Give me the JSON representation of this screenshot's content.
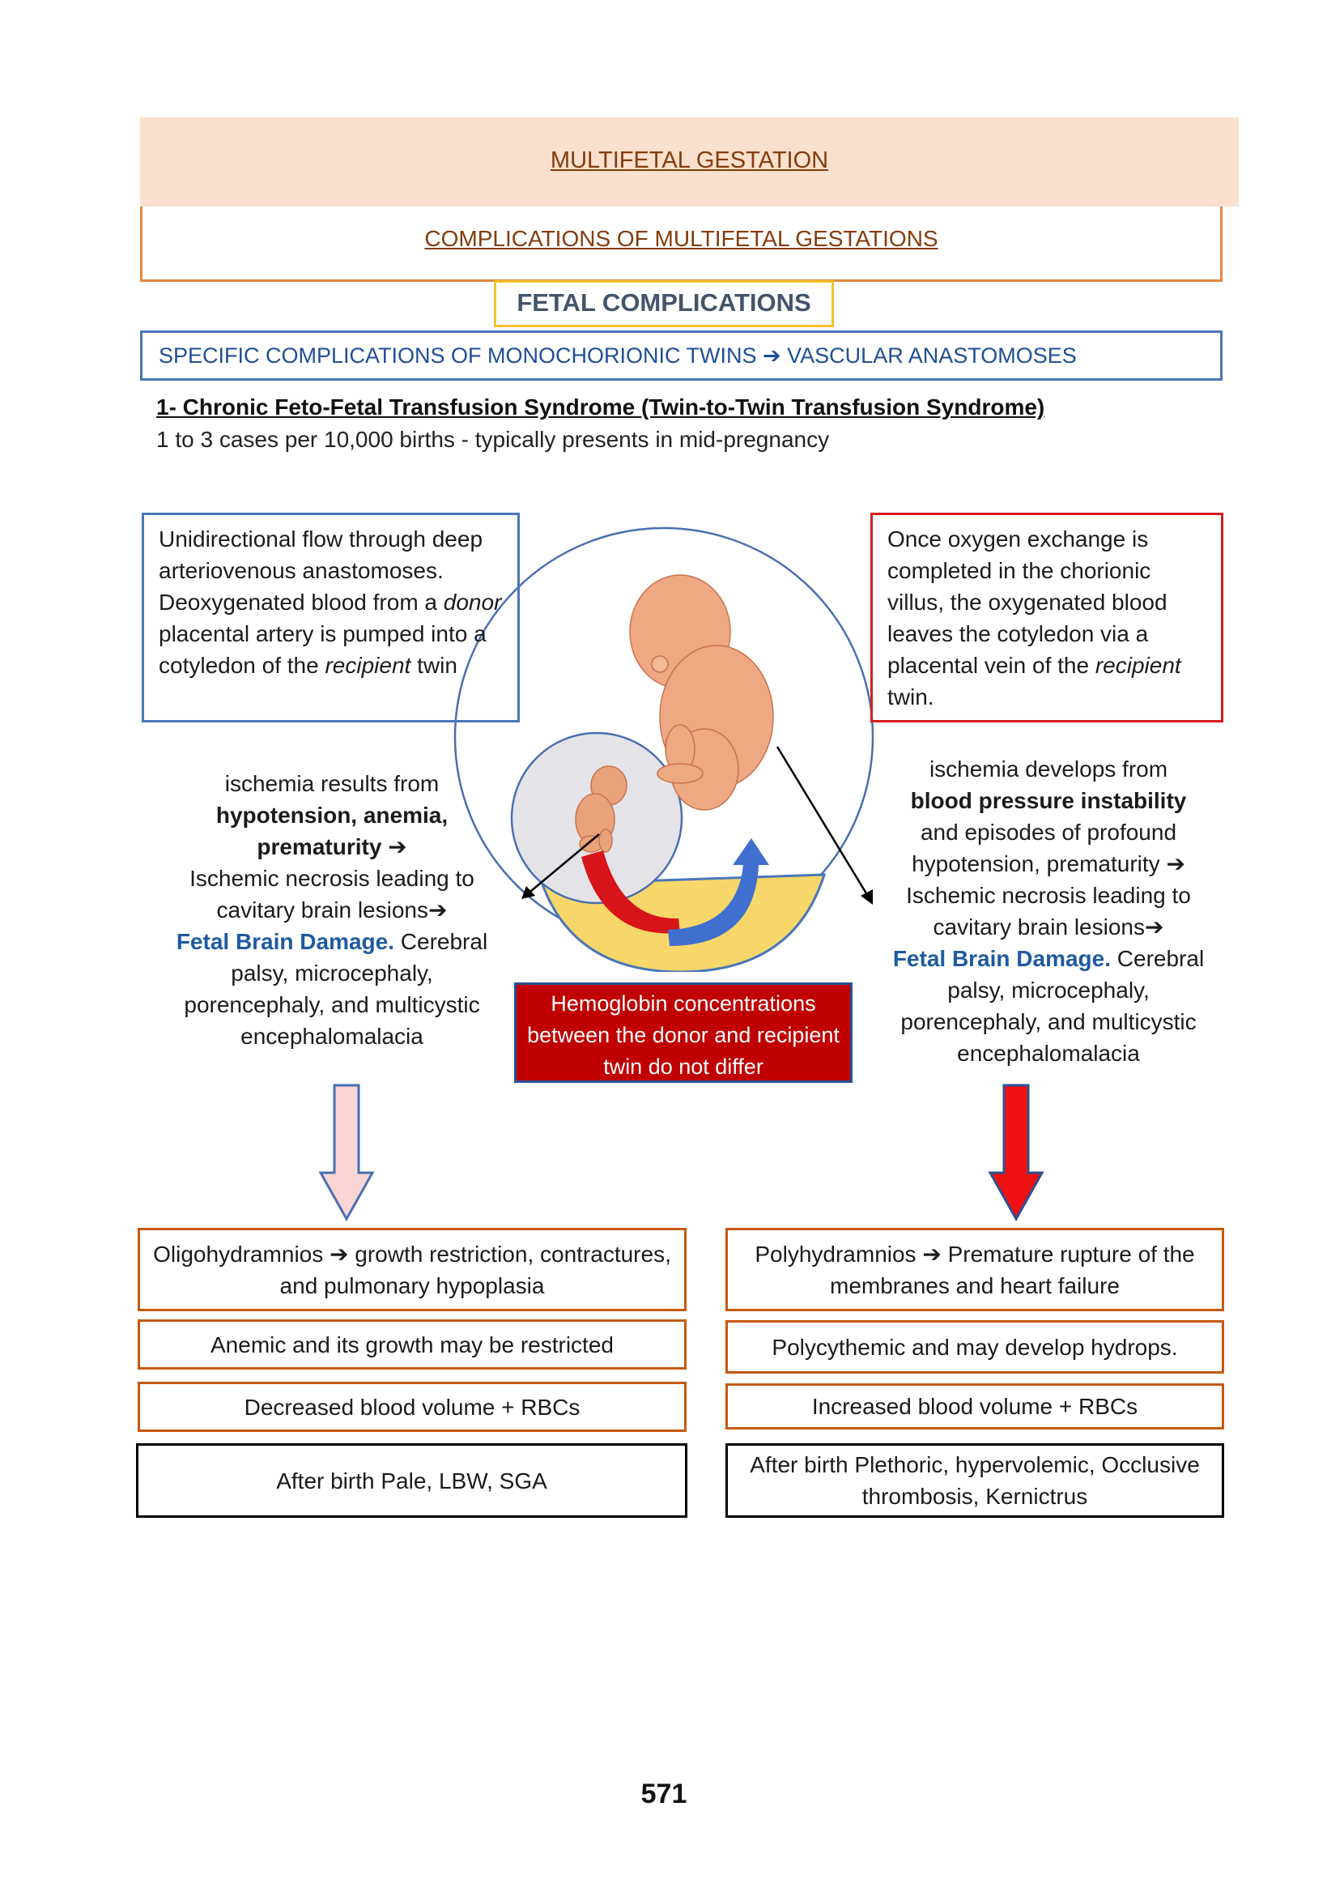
{
  "header": {
    "title": "MULTIFETAL GESTATION",
    "subtitle": "COMPLICATIONS OF MULTIFETAL GESTATIONS",
    "section": "FETAL COMPLICATIONS",
    "specific": "SPECIFIC COMPLICATIONS OF MONOCHORIONIC TWINS ➔ VASCULAR ANASTOMOSES"
  },
  "syndrome": {
    "heading": "1- Chronic Feto-Fetal Transfusion Syndrome (Twin-to-Twin Transfusion Syndrome)",
    "incidence": "1 to 3 cases per 10,000 births - typically presents in mid-pregnancy"
  },
  "left_info": {
    "p1": "Unidirectional flow through deep arteriovenous anastomoses. Deoxygenated blood from a ",
    "em1": "donor",
    "p2": " placental artery is pumped into a cotyledon of the ",
    "em2": "recipient",
    "p3": " twin"
  },
  "right_info": {
    "p1": "Once oxygen exchange is completed in the chorionic villus, the oxygenated blood leaves the cotyledon via a placental vein of the ",
    "em1": "recipient",
    "p2": " twin."
  },
  "left_ischemia": {
    "l1": "ischemia results from",
    "bold": "hypotension, anemia, prematurity",
    "arrow": " ➔",
    "l3": "Ischemic necrosis leading to cavitary brain lesions➔",
    "fbd": "Fetal Brain Damage.",
    "l4": " Cerebral palsy, microcephaly, porencephaly, and multicystic encephalomalacia"
  },
  "right_ischemia": {
    "l1": "ischemia develops from",
    "bold": "blood pressure instability",
    "l2": "and episodes of profound hypotension, prematurity ➔",
    "l3": "Ischemic necrosis leading to cavitary brain lesions➔",
    "fbd": "Fetal Brain Damage.",
    "l4": " Cerebral palsy, microcephaly, porencephaly, and multicystic encephalomalacia"
  },
  "hemoglobin_box": "Hemoglobin concentrations between the donor and recipient twin do not differ",
  "left_outcomes": [
    "Oligohydramnios ➔ growth restriction, contractures, and pulmonary hypoplasia",
    "Anemic and its growth may be restricted",
    "Decreased blood volume + RBCs",
    "After birth Pale, LBW, SGA"
  ],
  "right_outcomes": [
    "Polyhydramnios ➔ Premature rupture of the membranes and heart failure",
    "Polycythemic and may develop hydrops.",
    "Increased blood volume + RBCs",
    "After birth Plethoric, hypervolemic, Occlusive thrombosis, Kernictrus"
  ],
  "page_number": "571",
  "colors": {
    "banner": "#fbe0cd",
    "header_text": "#843c0c",
    "blue": "#1f4f96",
    "red": "#c00000",
    "yellow_border": "#f2c12e"
  },
  "icons": [
    "down-arrow-pink",
    "down-arrow-red",
    "fetus-illustration",
    "placenta-diagram"
  ]
}
